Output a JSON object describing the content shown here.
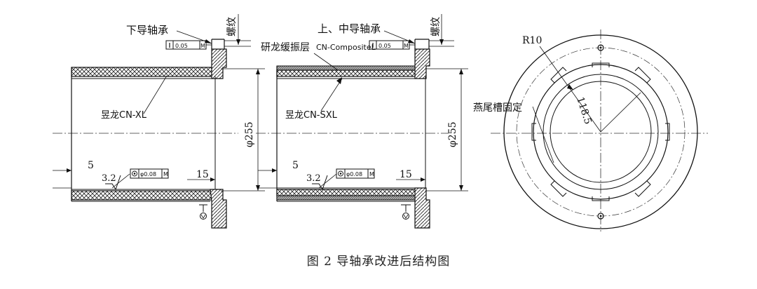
{
  "figure": {
    "caption": "图 2   导轴承改进后结构图"
  },
  "left_view": {
    "bearing_label": "下导轴承",
    "thread_label": "螺纹",
    "tolerance_box": "0.05",
    "tolerance_mod": "M",
    "material_label": "昱龙CN-XL",
    "dim_diameter": "φ255",
    "dim_left": "5",
    "dim_right": "15",
    "roughness": "3.2",
    "position_tol": "φ0.08",
    "position_mod": "M"
  },
  "middle_view": {
    "bearing_label": "上、中导轴承",
    "thread_label": "螺纹",
    "layer_label": "研龙缓振层",
    "layer_material": "CN-CompositeL",
    "tolerance_box": "0.05",
    "tolerance_mod": "M",
    "material_label": "昱龙CN-SXL",
    "dim_diameter": "φ255",
    "dim_left": "5",
    "dim_right": "15",
    "roughness": "3.2",
    "position_tol": "φ0.08",
    "position_mod": "M"
  },
  "right_view": {
    "radius_label": "R10",
    "radius_value": "118.5",
    "dovetail_label": "燕尾槽固定"
  }
}
